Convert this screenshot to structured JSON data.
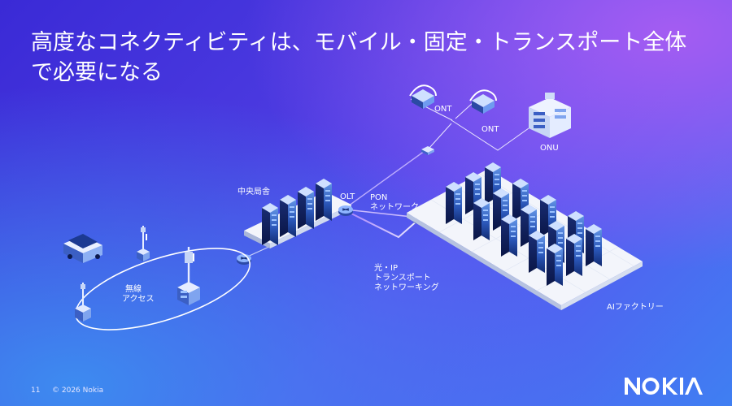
{
  "slide": {
    "title": "高度なコネクティビティは、モバイル・固定・トランスポート全体で必要になる",
    "page_number": "11",
    "copyright": "© 2026 Nokia",
    "brand": "NOKIA"
  },
  "labels": {
    "ont_top": "ONT",
    "ont_mid": "ONT",
    "onu": "ONU",
    "central_office": "中央局舎",
    "olt": "OLT",
    "pon_line1": "PON",
    "pon_line2": "ネットワーク",
    "optical_line1": "光・IP",
    "optical_line2": "トランスポート",
    "optical_line3": "ネットワーキング",
    "wireless_line1": "無線",
    "wireless_line2": "アクセス",
    "ai_factory": "AIファクトリー"
  },
  "colors": {
    "bg_start": "#3a2ad6",
    "bg_end": "#3f7ff2",
    "rack_dark": "#0d1f5c",
    "rack_light": "#5b8fe8",
    "platform": "#f3f5fb"
  },
  "icons": {
    "logo": "nokia-logo",
    "router": "router-icon",
    "server": "server-rack-icon",
    "tower": "cell-tower-icon",
    "vehicle": "autonomous-vehicle-icon",
    "house": "house-ont-icon",
    "building": "building-onu-icon"
  }
}
